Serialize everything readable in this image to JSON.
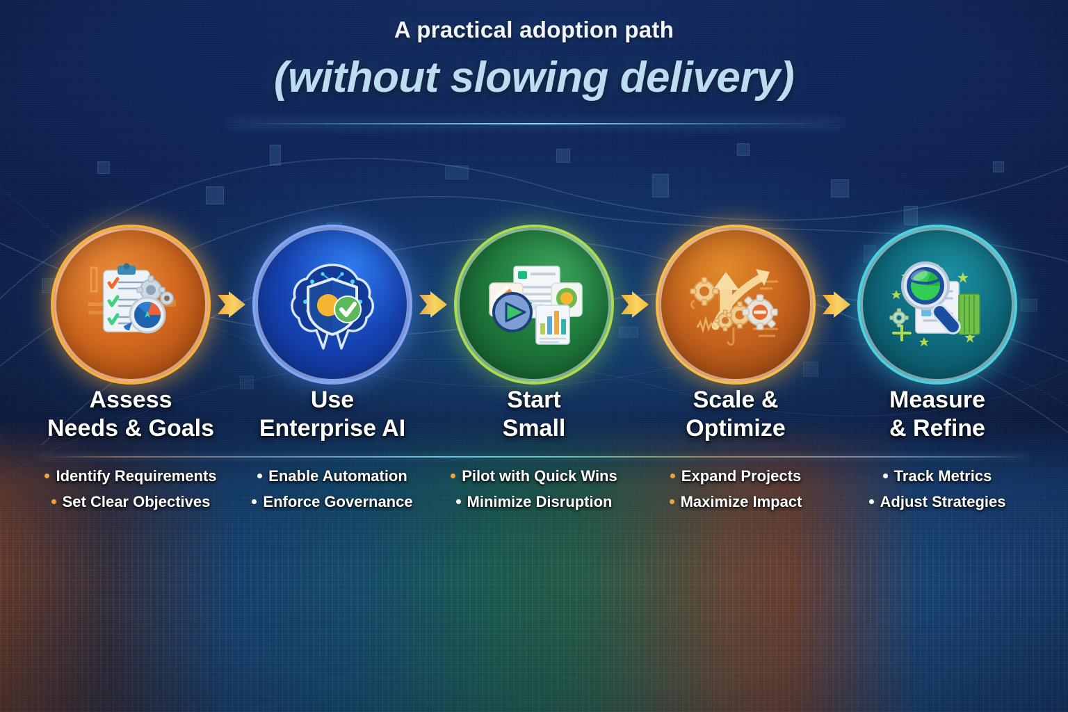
{
  "title": {
    "line1": "A practical adoption path",
    "line2": "(without slowing delivery)"
  },
  "arrow_label": "next-step-arrow",
  "steps": [
    {
      "id": "assess-needs-goals",
      "title": "Assess\nNeeds & Goals",
      "icon": "clipboard-checklist-icon",
      "circle_color": "#d2691e",
      "ring_color": "#ffb43c",
      "bullet_color": "#f0a33c",
      "bullets": [
        "Identify Requirements",
        "Set Clear Objectives"
      ]
    },
    {
      "id": "use-enterprise-ai",
      "title": "Use\nEnterprise AI",
      "icon": "brain-shield-icon",
      "circle_color": "#1746b8",
      "ring_color": "#7fa8ff",
      "bullet_color": "#ffffff",
      "bullets": [
        "Enable Automation",
        "Enforce Governance"
      ]
    },
    {
      "id": "start-small",
      "title": "Start\nSmall",
      "icon": "documents-play-chart-icon",
      "circle_color": "#1f7a3c",
      "ring_color": "#b9e84a",
      "bullet_color": "#f0a33c",
      "bullets": [
        "Pilot with Quick Wins",
        "Minimize Disruption"
      ]
    },
    {
      "id": "scale-optimize",
      "title": "Scale &\nOptimize",
      "icon": "growth-arrows-gears-icon",
      "circle_color": "#c8641e",
      "ring_color": "#ffc24a",
      "bullet_color": "#f0a33c",
      "bullets": [
        "Expand Projects",
        "Maximize Impact"
      ]
    },
    {
      "id": "measure-refine",
      "title": "Measure\n& Refine",
      "icon": "magnifier-piechart-icon",
      "circle_color": "#0f6b7e",
      "ring_color": "#4fe0e8",
      "bullet_color": "#ffffff",
      "bullets": [
        "Track Metrics",
        "Adjust Strategies"
      ]
    }
  ],
  "theme": {
    "background_top": "#0d1b3e",
    "background_mid": "#1a5f96",
    "title_accent": "#bcdcf0",
    "arrow_color": "#f7c53f"
  }
}
